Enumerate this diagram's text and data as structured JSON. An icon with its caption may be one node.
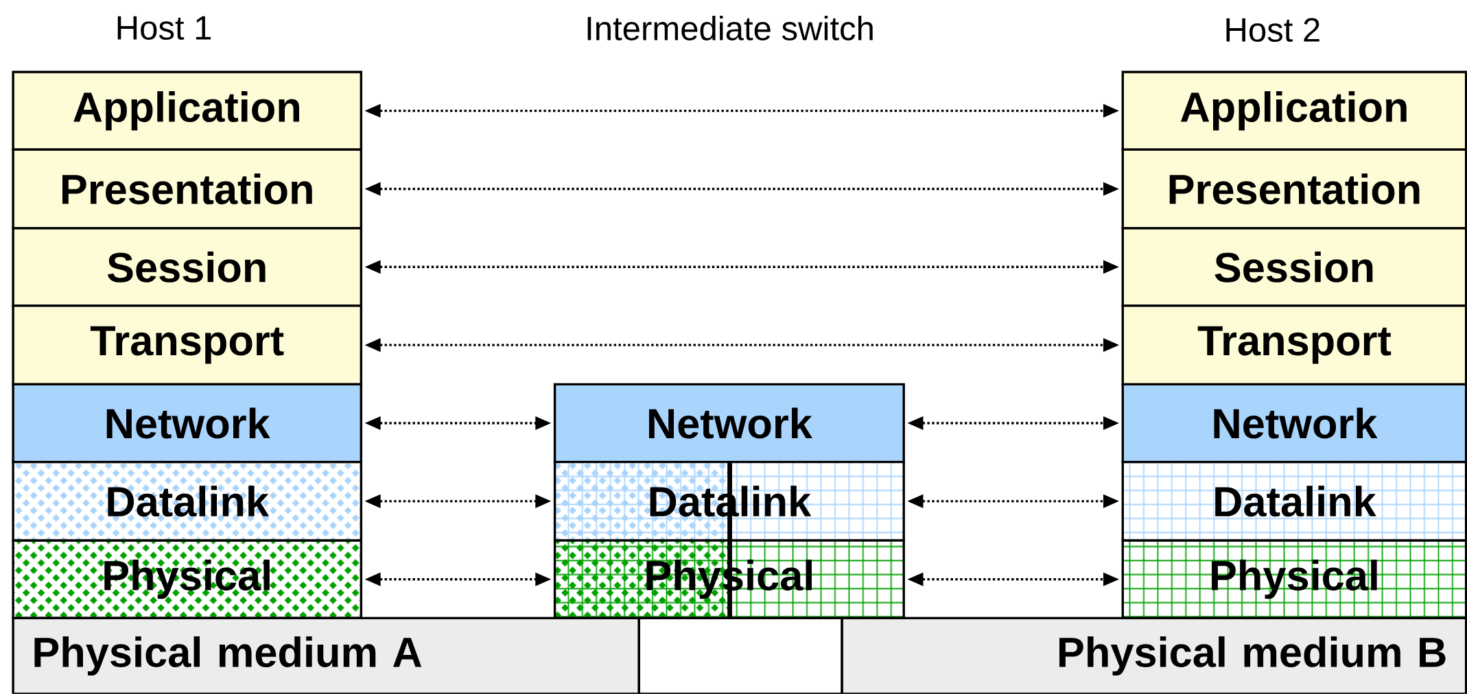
{
  "diagram": {
    "nodes": [
      {
        "text": [
          "Application"
        ]
      },
      {
        "text": [
          "Presentation"
        ]
      },
      {
        "text": [
          "Session"
        ]
      },
      {
        "text": [
          "Transport"
        ]
      },
      {
        "text": [
          "Network"
        ]
      },
      {
        "text": [
          "Datalink"
        ]
      },
      {
        "text": [
          "Physical"
        ]
      },
      {
        "text": [
          "Network"
        ]
      },
      {
        "text": [
          "Datalink"
        ]
      },
      {
        "text": [
          "Physical"
        ]
      },
      {
        "text": [
          "Application"
        ]
      },
      {
        "text": [
          "Presentation"
        ]
      },
      {
        "text": [
          "Session"
        ]
      },
      {
        "text": [
          "Transport"
        ]
      },
      {
        "text": [
          "Network"
        ]
      },
      {
        "text": [
          "Datalink"
        ]
      },
      {
        "text": [
          "Physical"
        ]
      },
      {
        "text": [
          "Physical medium A"
        ]
      },
      {
        "text": [],
        "shape": "box"
      },
      {
        "text": [
          "Physical medium B"
        ]
      }
    ],
    "edges": [
      {
        "from": 0,
        "to": 10,
        "arrow": "both"
      },
      {
        "from": 1,
        "to": 11,
        "arrow": "both"
      },
      {
        "from": 2,
        "to": 12,
        "arrow": "both"
      },
      {
        "from": 3,
        "to": 13,
        "arrow": "both"
      },
      {
        "from": 4,
        "to": 7,
        "arrow": "both"
      },
      {
        "from": 5,
        "to": 8,
        "arrow": "both"
      },
      {
        "from": 6,
        "to": 9,
        "arrow": "both"
      },
      {
        "from": 7,
        "to": 14,
        "arrow": "both"
      },
      {
        "from": 8,
        "to": 15,
        "arrow": "both"
      },
      {
        "from": 9,
        "to": 16,
        "arrow": "both"
      }
    ],
    "labels": [
      "Host 1",
      "Intermediate switch",
      "Host 2"
    ]
  }
}
